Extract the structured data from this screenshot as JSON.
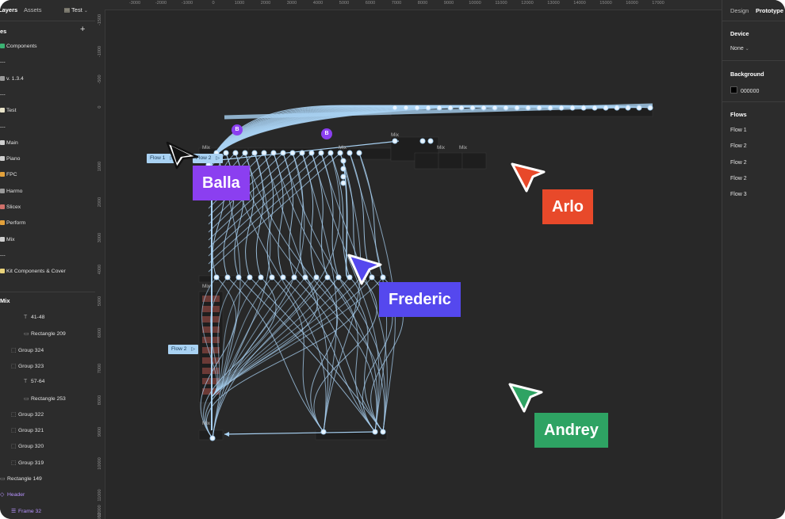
{
  "left_panel": {
    "tabs": {
      "layers": "Layers",
      "assets": "Assets"
    },
    "page_switch": "Test",
    "pages_header": "es",
    "pages": [
      {
        "label": "Components",
        "icon": "green-square-icon",
        "color": "#3bb273"
      },
      {
        "label": "---",
        "icon": "",
        "color": ""
      },
      {
        "label": "v. 1.3.4",
        "icon": "tag-icon",
        "color": "#9a9a9a"
      },
      {
        "label": "---",
        "icon": "",
        "color": ""
      },
      {
        "label": "Test",
        "icon": "page-icon",
        "color": "#e8e3c9"
      },
      {
        "label": "---",
        "icon": "",
        "color": ""
      },
      {
        "label": "Main",
        "icon": "grid-icon",
        "color": "#cfcfcf"
      },
      {
        "label": "Piano",
        "icon": "piano-icon",
        "color": "#cfcfcf"
      },
      {
        "label": "FPC",
        "icon": "drum-icon",
        "color": "#e3a13b"
      },
      {
        "label": "Harmo",
        "icon": "harmonica-icon",
        "color": "#9a9a9a"
      },
      {
        "label": "Slicex",
        "icon": "scissors-icon",
        "color": "#d0706a"
      },
      {
        "label": "Perform",
        "icon": "figure-icon",
        "color": "#e3a13b"
      },
      {
        "label": "Mix",
        "icon": "sliders-icon",
        "color": "#cfcfcf"
      },
      {
        "label": "---",
        "icon": "",
        "color": ""
      },
      {
        "label": "Kit Components & Cover",
        "icon": "kit-icon",
        "color": "#e8d27a"
      }
    ],
    "layers_header": "Mix",
    "layers": [
      {
        "label": "41-48",
        "icon": "T",
        "indent": 30,
        "purple": false
      },
      {
        "label": "Rectangle 209",
        "icon": "▭",
        "indent": 30,
        "purple": false
      },
      {
        "label": "Group 324",
        "icon": "⬚",
        "indent": 14,
        "purple": false
      },
      {
        "label": "Group 323",
        "icon": "⬚",
        "indent": 14,
        "purple": false
      },
      {
        "label": "57-64",
        "icon": "T",
        "indent": 30,
        "purple": false
      },
      {
        "label": "Rectangle 253",
        "icon": "▭",
        "indent": 30,
        "purple": false
      },
      {
        "label": "Group 322",
        "icon": "⬚",
        "indent": 14,
        "purple": false
      },
      {
        "label": "Group 321",
        "icon": "⬚",
        "indent": 14,
        "purple": false
      },
      {
        "label": "Group 320",
        "icon": "⬚",
        "indent": 14,
        "purple": false
      },
      {
        "label": "Group 319",
        "icon": "⬚",
        "indent": 14,
        "purple": false
      },
      {
        "label": "Rectangle 149",
        "icon": "▭",
        "indent": 0,
        "purple": false
      },
      {
        "label": "Header",
        "icon": "◇",
        "indent": 0,
        "purple": true
      },
      {
        "label": "Frame 32",
        "icon": "☰",
        "indent": 14,
        "purple": true
      }
    ]
  },
  "rulers": {
    "top": [
      "-3000",
      "-2000",
      "-1000",
      "0",
      "1000",
      "2000",
      "3000",
      "4000",
      "5000",
      "6000",
      "7000",
      "8000",
      "9000",
      "10000",
      "11000",
      "12000",
      "13000",
      "14000",
      "15000",
      "16000",
      "17000"
    ],
    "left": [
      "-1500",
      "-1000",
      "-500",
      "0",
      "1000",
      "2000",
      "3000",
      "4000",
      "5000",
      "6000",
      "7000",
      "8000",
      "9000",
      "10000",
      "11000",
      "12000",
      "13000"
    ]
  },
  "right_panel": {
    "tabs": {
      "design": "Design",
      "prototype": "Prototype"
    },
    "device_header": "Device",
    "device_value": "None",
    "background_header": "Background",
    "background_value": "000000",
    "flows_header": "Flows",
    "flows": [
      "Flow 1",
      "Flow 2",
      "Flow 2",
      "Flow 2",
      "Flow 3"
    ]
  },
  "canvas": {
    "flow_tags": [
      {
        "label": "Flow 1"
      },
      {
        "label": "Flow 2"
      },
      {
        "label": "Flow 2"
      }
    ],
    "frame_label": "Mix",
    "cursors": [
      {
        "name": "Balla",
        "color": "#8b3ff0"
      },
      {
        "name": "Arlo",
        "color": "#e8492a"
      },
      {
        "name": "Frederic",
        "color": "#5548ee"
      },
      {
        "name": "Andrey",
        "color": "#2ea363"
      }
    ],
    "avatar_letter": "B",
    "connector_color": "#a9d2f3"
  }
}
